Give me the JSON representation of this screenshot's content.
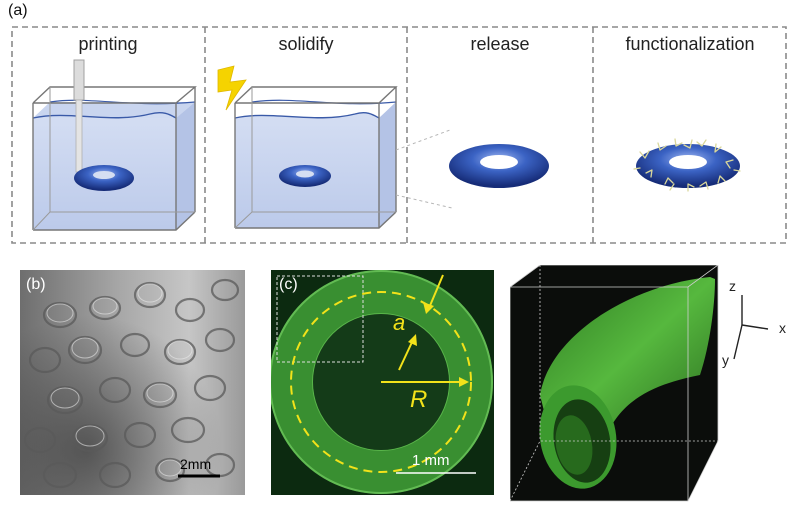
{
  "panel_a": {
    "label": "(a)",
    "steps": [
      {
        "title": "printing"
      },
      {
        "title": "solidify"
      },
      {
        "title": "release"
      },
      {
        "title": "functionalization"
      }
    ]
  },
  "panel_b": {
    "label": "(b)",
    "scale_bar_label": "2mm"
  },
  "panel_c": {
    "label": "(c)",
    "symbol_a": "a",
    "symbol_R": "R",
    "scale_bar_label": "1 mm",
    "annotation_color": "#f2e21a"
  },
  "panel_3d": {
    "axes": {
      "z": "z",
      "x": "x",
      "y": "y"
    },
    "render_color": "#3fae2e"
  },
  "colors": {
    "torus": "#3558b8",
    "liquid": "#c8d4ee",
    "bolt": "#f5d300",
    "frame": "#8a8a8a"
  }
}
